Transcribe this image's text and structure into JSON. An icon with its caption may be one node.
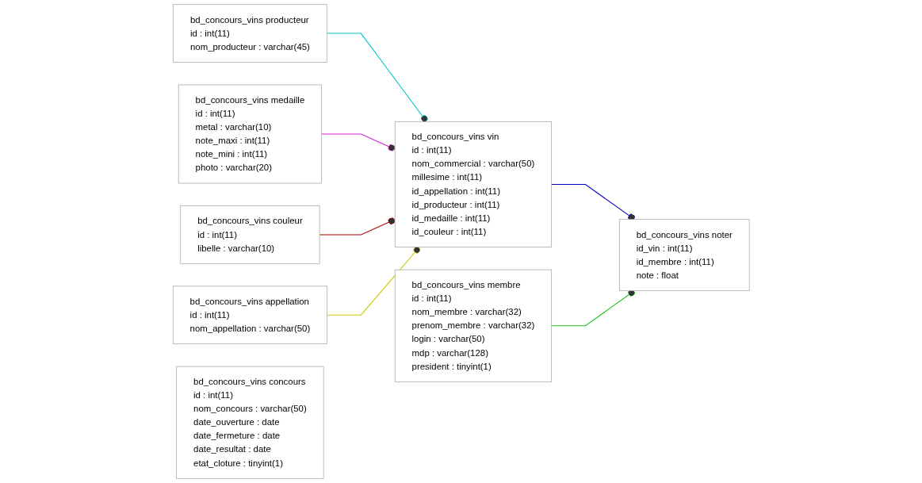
{
  "diagram": {
    "nodes": [
      {
        "text": [
          "bd_concours_vins producteur",
          "id : int(11)",
          "nom_producteur : varchar(45)"
        ]
      },
      {
        "text": [
          "bd_concours_vins noter",
          "id_vin : int(11)",
          "id_membre : int(11)",
          "note : float"
        ]
      },
      {
        "text": [
          "bd_concours_vins membre",
          "id : int(11)",
          "nom_membre : varchar(32)",
          "prenom_membre : varchar(32)",
          "login : varchar(50)",
          "mdp : varchar(128)",
          "president : tinyint(1)"
        ]
      },
      {
        "text": [
          "bd_concours_vins medaille",
          "id : int(11)",
          "metal : varchar(10)",
          "note_maxi : int(11)",
          "note_mini : int(11)",
          "photo : varchar(20)"
        ]
      },
      {
        "text": [
          "bd_concours_vins vin",
          "id : int(11)",
          "nom_commercial : varchar(50)",
          "millesime : int(11)",
          "id_appellation : int(11)",
          "id_producteur : int(11)",
          "id_medaille : int(11)",
          "id_couleur : int(11)"
        ]
      },
      {
        "text": [
          "bd_concours_vins concours",
          "id : int(11)",
          "nom_concours : varchar(50)",
          "date_ouverture : date",
          "date_fermeture : date",
          "date_resultat : date",
          "etat_cloture : tinyint(1)"
        ]
      },
      {
        "text": [
          "bd_concours_vins couleur",
          "id : int(11)",
          "libelle : varchar(10)"
        ]
      },
      {
        "text": [
          "bd_concours_vins appellation",
          "id : int(11)",
          "nom_appellation : varchar(50)"
        ]
      }
    ],
    "edges": [
      {
        "from": 0,
        "to": 4,
        "arrow": "other",
        "color": "#00c8c8"
      },
      {
        "from": 3,
        "to": 4,
        "arrow": "other",
        "color": "#d820d8"
      },
      {
        "from": 6,
        "to": 4,
        "arrow": "other",
        "color": "#b00000"
      },
      {
        "from": 7,
        "to": 4,
        "arrow": "other",
        "color": "#d0c800"
      },
      {
        "from": 4,
        "to": 1,
        "arrow": "other",
        "color": "#0000c0"
      },
      {
        "from": 2,
        "to": 1,
        "arrow": "other",
        "color": "#20c020"
      }
    ]
  }
}
